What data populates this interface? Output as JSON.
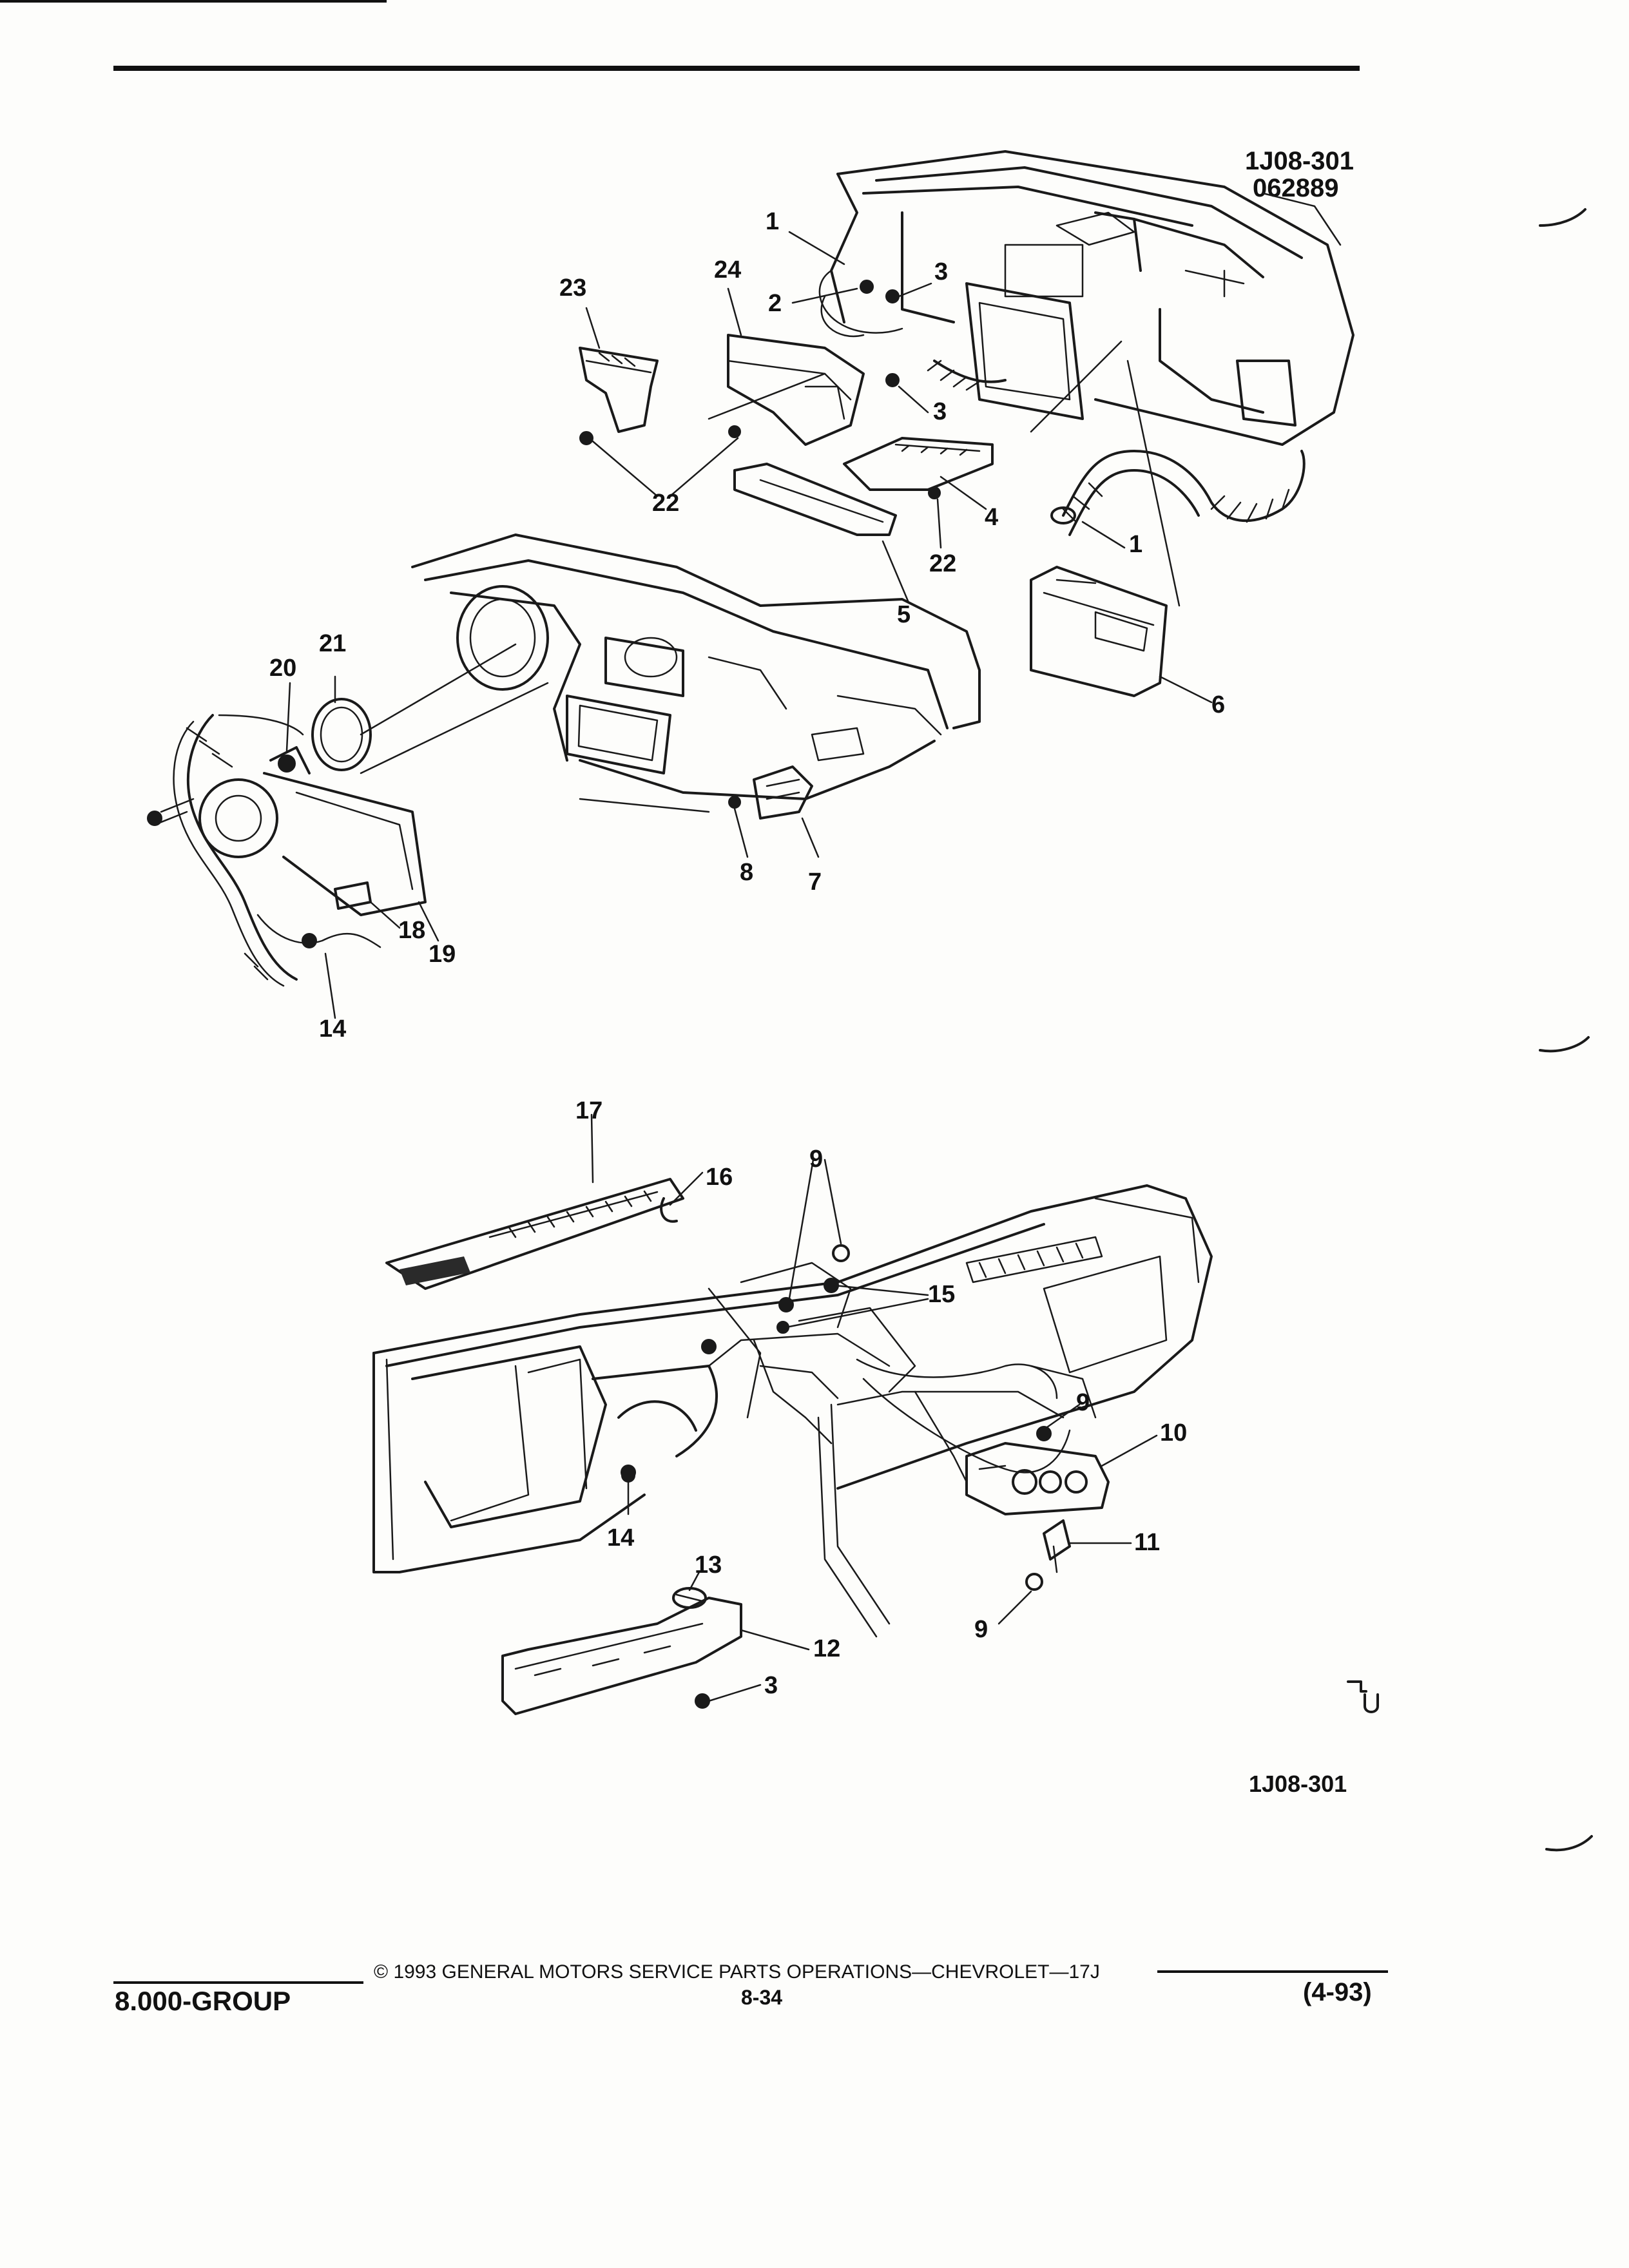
{
  "figure": {
    "code_top": "1J08-301",
    "date_code": "062889",
    "code_bottom": "1J08-301"
  },
  "callouts": {
    "c1a": "1",
    "c2": "2",
    "c3a": "3",
    "c23": "23",
    "c24": "24",
    "c3b": "3",
    "c22a": "22",
    "c4": "4",
    "c22b": "22",
    "c1b": "1",
    "c5": "5",
    "c6": "6",
    "c21": "21",
    "c20": "20",
    "c8": "8",
    "c7": "7",
    "c18": "18",
    "c19": "19",
    "c14a": "14",
    "c17": "17",
    "c16": "16",
    "c9a": "9",
    "c15": "15",
    "c9b": "9",
    "c10": "10",
    "c14b": "14",
    "c11": "11",
    "c13": "13",
    "c12": "12",
    "c9c": "9",
    "c3c": "3"
  },
  "footer": {
    "group": "8.000-GROUP",
    "copyright": "© 1993 GENERAL MOTORS SERVICE PARTS OPERATIONS—CHEVROLET—17J",
    "page_number": "8-34",
    "revision": "(4-93)"
  }
}
